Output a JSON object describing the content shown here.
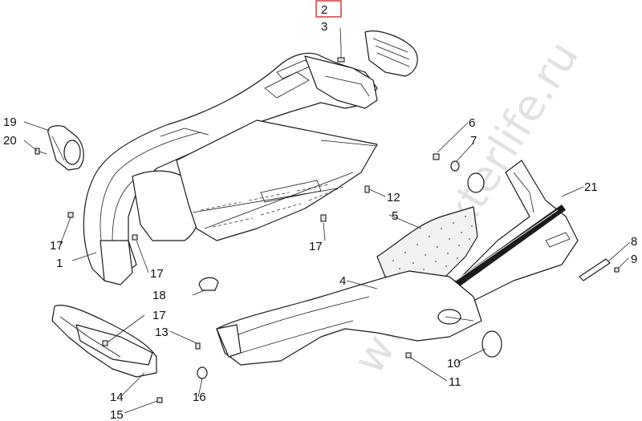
{
  "watermark": "www.dexterlife.ru",
  "highlight_color": "#d23b3b",
  "callouts": [
    {
      "id": "c2",
      "label": "2"
    },
    {
      "id": "c3",
      "label": "3"
    },
    {
      "id": "c19",
      "label": "19"
    },
    {
      "id": "c20",
      "label": "20"
    },
    {
      "id": "c6",
      "label": "6"
    },
    {
      "id": "c7",
      "label": "7"
    },
    {
      "id": "c21",
      "label": "21"
    },
    {
      "id": "c12",
      "label": "12"
    },
    {
      "id": "c5",
      "label": "5"
    },
    {
      "id": "c17a",
      "label": "17"
    },
    {
      "id": "c17b",
      "label": "17"
    },
    {
      "id": "c17c",
      "label": "17"
    },
    {
      "id": "c17d",
      "label": "17"
    },
    {
      "id": "c1",
      "label": "1"
    },
    {
      "id": "c8",
      "label": "8"
    },
    {
      "id": "c9",
      "label": "9"
    },
    {
      "id": "c18",
      "label": "18"
    },
    {
      "id": "c4",
      "label": "4"
    },
    {
      "id": "c13",
      "label": "13"
    },
    {
      "id": "c10",
      "label": "10"
    },
    {
      "id": "c11",
      "label": "11"
    },
    {
      "id": "c14",
      "label": "14"
    },
    {
      "id": "c16",
      "label": "16"
    },
    {
      "id": "c15",
      "label": "15"
    }
  ]
}
